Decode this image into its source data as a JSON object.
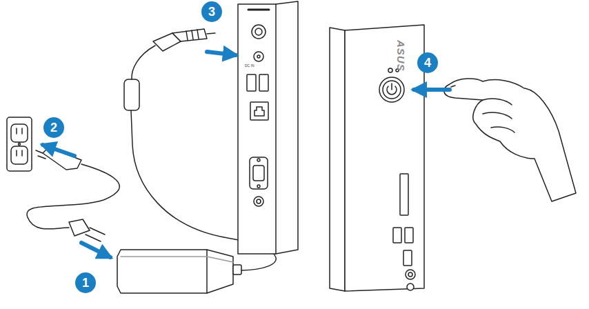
{
  "diagram": {
    "labels": [
      "1",
      "2",
      "3",
      "4",
      "ASUS",
      "DC IN"
    ]
  }
}
